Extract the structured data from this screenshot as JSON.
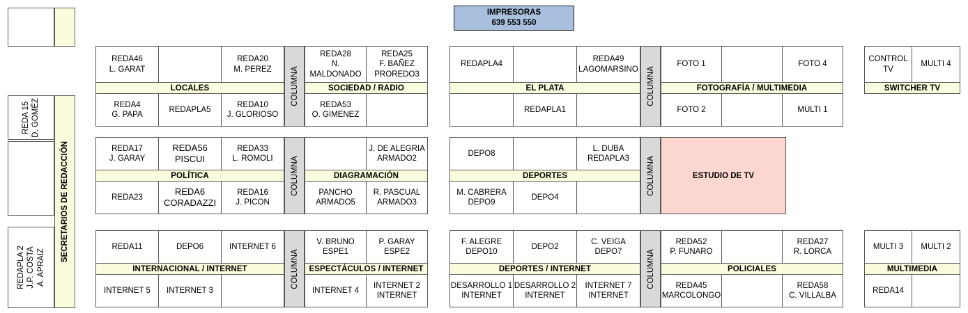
{
  "printers": {
    "title": "IMPRESORAS",
    "numbers": "639   553   550",
    "color": "#a8c0dd"
  },
  "palette": {
    "band": "#fbfbdd",
    "columna": "#d9d9d9",
    "studio": "#fbd7cf",
    "border": "#595959"
  },
  "sidebar": {
    "top_box": {
      "cell": "",
      "strip": ""
    },
    "strip_label": "SECRETARIOS DE REDACCIÓN",
    "cells": [
      "REDA 15\nD. GOMÉZ",
      "",
      "REDAPLA 2\nJ.P. COSTA\nA. APRAIZ"
    ]
  },
  "columna_label": "COLUMNA",
  "studio": {
    "label": "ESTUDIO DE TV"
  },
  "blocks": {
    "locales": {
      "label": "LOCALES",
      "top": [
        "REDA46\nL. GARAT",
        "",
        "REDA20\nM. PEREZ"
      ],
      "bottom": [
        "REDA4\nG. PAPA",
        "REDAPLA5",
        "REDA10\nJ. GLORIOSO"
      ]
    },
    "sociedad_radio": {
      "label": "SOCIEDAD / RADIO",
      "top": [
        "REDA28\nN. MALDONADO",
        "REDA25\nF. BAÑEZ\nPROREDO3"
      ],
      "bottom": [
        "REDA53\nO. GIMENEZ",
        ""
      ]
    },
    "el_plata": {
      "label": "EL PLATA",
      "top": [
        "REDAPLA4",
        "",
        "REDA49\nLAGOMARSINO"
      ],
      "bottom": [
        "",
        "REDAPLA1",
        ""
      ]
    },
    "fotografia_multimedia": {
      "label": "FOTOGRAFÍA / MULTIMEDIA",
      "top": [
        "FOTO 1",
        "",
        "FOTO 4"
      ],
      "bottom": [
        "FOTO 2",
        "",
        "MULTI 1"
      ]
    },
    "switcher_tv": {
      "label": "SWITCHER TV",
      "top": [
        "CONTROL TV",
        "MULTI 4"
      ]
    },
    "politica": {
      "label": "POLÍTICA",
      "top": [
        "REDA17\nJ. GARAY",
        "REDA56\nPISCUI",
        "REDA33\nL. ROMOLI"
      ],
      "bottom": [
        "REDA23",
        "REDA6\nCORADAZZI",
        "REDA16\nJ. PICON"
      ]
    },
    "diagramacion": {
      "label": "DIAGRAMACIÓN",
      "top": [
        "",
        "J. DE ALEGRIA\nARMADO2"
      ],
      "bottom": [
        "PANCHO\nARMADO5",
        "R. PASCUAL\nARMADO3"
      ]
    },
    "deportes": {
      "label": "DEPORTES",
      "top": [
        "DEPO8",
        "",
        "L. DUBA\nREDAPLA3"
      ],
      "bottom": [
        "M. CABRERA\nDEPO9",
        "DEPO4",
        ""
      ]
    },
    "internacional_internet": {
      "label": "INTERNACIONAL / INTERNET",
      "top": [
        "REDA11",
        "DEPO6",
        "INTERNET 6"
      ],
      "bottom": [
        "INTERNET 5",
        "INTERNET 3",
        ""
      ]
    },
    "espectaculos_internet": {
      "label": "ESPECTÁCULOS / INTERNET",
      "top": [
        "V. BRUNO\nESPE1",
        "P. GARAY\nESPE2"
      ],
      "bottom": [
        "INTERNET 4",
        "INTERNET 2\nINTERNET"
      ]
    },
    "deportes_internet": {
      "label": "DEPORTES / INTERNET",
      "top": [
        "F. ALEGRE\nDEPO10",
        "DEPO2",
        "C. VEIGA\nDEPO7"
      ],
      "bottom": [
        "DESARROLLO 1\nINTERNET",
        "DESARROLLO 2\nINTERNET",
        "INTERNET 7\nINTERNET"
      ]
    },
    "policiales": {
      "label": "POLICIALES",
      "top": [
        "REDA52\nP. FUNARO",
        "",
        "REDA27\nR. LORCA"
      ],
      "bottom": [
        "REDA45\nMARCOLONGO",
        "",
        "REDA58\nC. VILLALBA"
      ]
    },
    "multimedia": {
      "label": "MULTIMEDIA",
      "top": [
        "MULTI 3",
        "MULTI 2"
      ],
      "bottom": [
        "REDA14",
        ""
      ]
    }
  }
}
